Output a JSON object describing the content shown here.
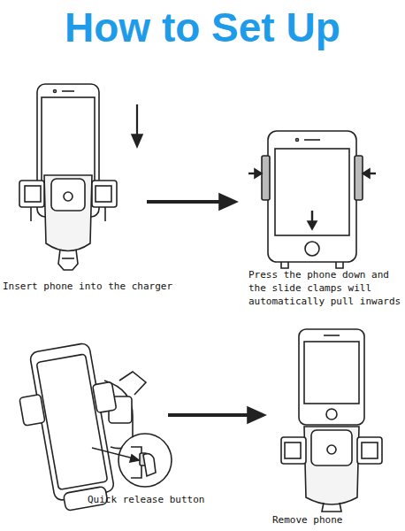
{
  "diagram": {
    "title": "How to Set Up",
    "labels": [
      "Insert phone into the charger",
      "Press the phone down and the slide clamps will automatically pull inwards",
      "Quick release button",
      "Remove phone"
    ]
  }
}
